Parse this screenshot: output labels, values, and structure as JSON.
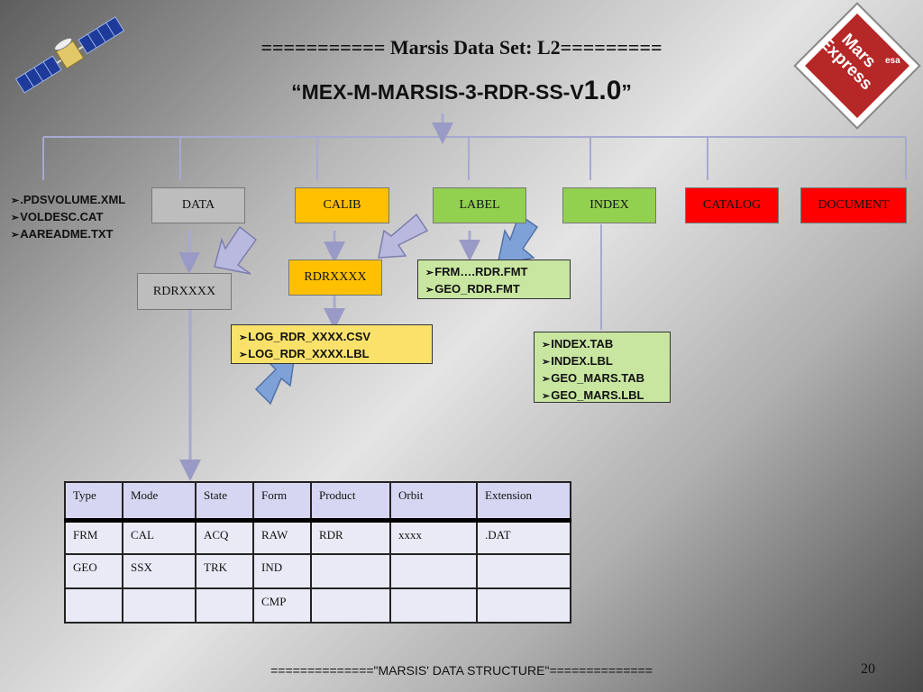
{
  "title_line1": "=========== Marsis Data Set: L2=========",
  "title_line2_prefix": "“MEX-M-MARSIS-3-RDR-SS-V",
  "title_line2_version": "1.0",
  "title_line2_suffix": "”",
  "logo": {
    "line1": "Mars",
    "line2": "Express",
    "agency": "esa"
  },
  "root_files": [
    ".PDSVOLUME.XML",
    "VOLDESC.CAT",
    "AAREADME.TXT"
  ],
  "folders": {
    "data": "DATA",
    "calib": "CALIB",
    "label": "LABEL",
    "index": "INDEX",
    "catalog": "CATALOG",
    "document": "DOCUMENT"
  },
  "subfolders": {
    "data_rdr": "RDRXXXX",
    "calib_rdr": "RDRXXXX"
  },
  "label_files": [
    "FRM….RDR.FMT",
    "GEO_RDR.FMT"
  ],
  "calib_files": [
    "LOG_RDR_XXXX.CSV",
    "LOG_RDR_XXXX.LBL"
  ],
  "index_files": [
    "INDEX.TAB",
    "INDEX.LBL",
    "GEO_MARS.TAB",
    "GEO_MARS.LBL"
  ],
  "colors": {
    "gray_box": "#bdbdbd",
    "calib": "#fec000",
    "label": "#92d050",
    "catalog": "#ff0000",
    "yellow_light": "#fae26a",
    "green_light": "#c8e6a0"
  },
  "table": {
    "headers": [
      "Type",
      "Mode",
      "State",
      "Form",
      "Product",
      "Orbit",
      "Extension"
    ],
    "rows": [
      [
        "FRM",
        "CAL",
        "ACQ",
        "RAW",
        "RDR",
        "xxxx",
        ".DAT"
      ],
      [
        "GEO",
        "SSX",
        "TRK",
        "IND",
        "",
        "",
        ""
      ],
      [
        "",
        "",
        "",
        "CMP",
        "",
        "",
        ""
      ]
    ]
  },
  "footer": "==============\"MARSIS' DATA STRUCTURE\"==============",
  "page_number": "20"
}
